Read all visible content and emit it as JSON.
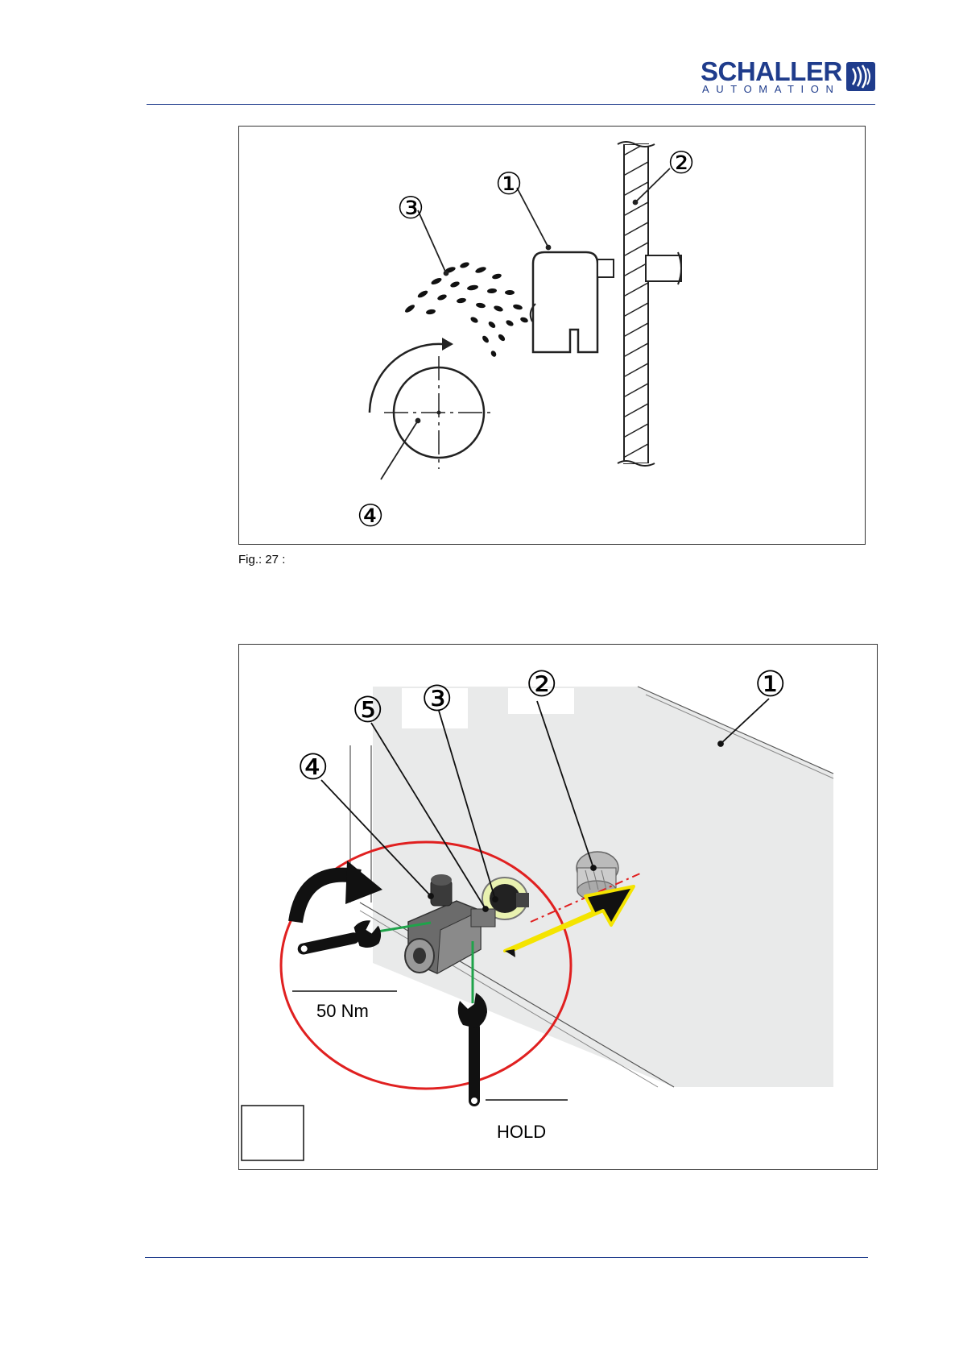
{
  "header": {
    "logo": {
      "name": "SCHALLER",
      "tagline": "AUTOMATION",
      "color": "#1f3c8c"
    }
  },
  "figure1": {
    "caption": "Fig.: 27 :",
    "callouts": [
      "①",
      "②",
      "③",
      "④"
    ]
  },
  "figure2": {
    "callouts": [
      "①",
      "②",
      "③",
      "④",
      "⑤"
    ],
    "torque_label": "50 Nm",
    "hold_label": "HOLD",
    "colors": {
      "highlight_circle": "#e02020",
      "leader_green": "#1fa34a",
      "arrow_outline": "#f4e400",
      "housing_fill": "#e9eaea"
    }
  }
}
